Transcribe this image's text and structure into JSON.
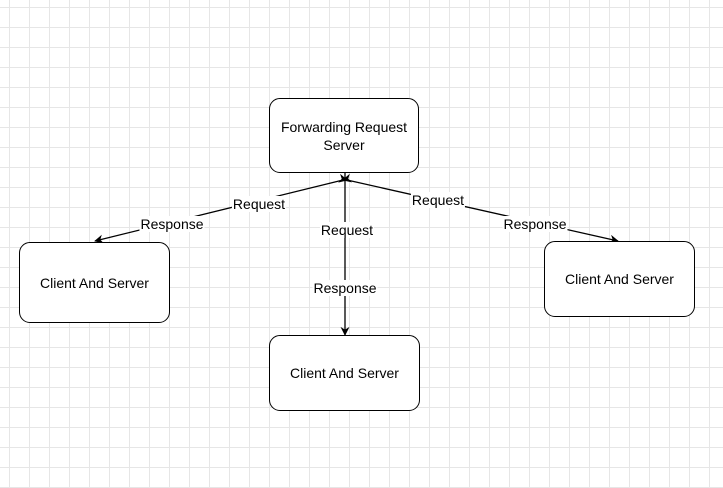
{
  "diagram": {
    "nodes": {
      "hub": {
        "lines": [
          "Forwarding Request",
          "Server"
        ]
      },
      "left": {
        "label": "Client And Server"
      },
      "bottom": {
        "label": "Client And Server"
      },
      "right": {
        "label": "Client And Server"
      }
    },
    "edges": {
      "left": {
        "request_label": "Request",
        "response_label": "Response"
      },
      "bottom": {
        "request_label": "Request",
        "response_label": "Response"
      },
      "right": {
        "request_label": "Request",
        "response_label": "Response"
      }
    }
  }
}
